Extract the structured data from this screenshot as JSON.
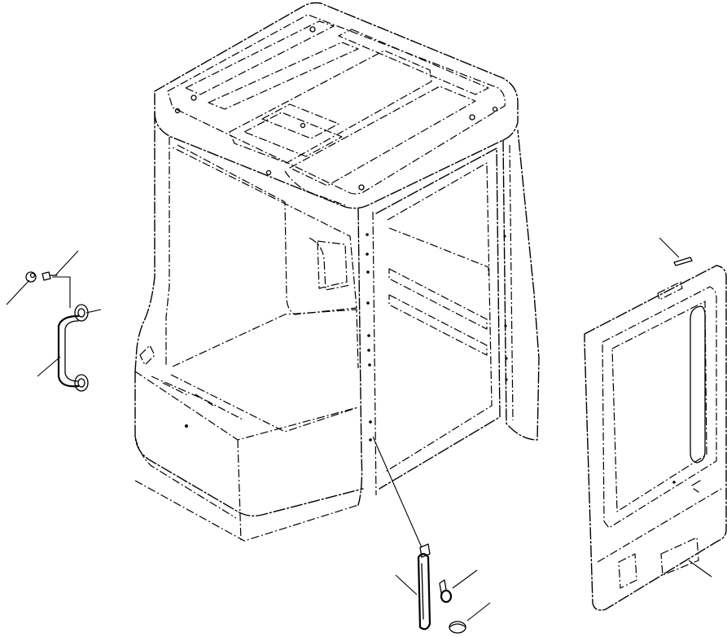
{
  "drawing": {
    "colors": {
      "line": "#000000",
      "background": "#ffffff"
    },
    "parts": [
      {
        "id": "cab-frame",
        "icon": "cab-frame-outline"
      },
      {
        "id": "roof-panel",
        "icon": "roof-panel-outline"
      },
      {
        "id": "door-panel",
        "icon": "door-panel-outline"
      },
      {
        "id": "handrail-left",
        "icon": "handrail-outline"
      },
      {
        "id": "handle-front",
        "icon": "handle-outline"
      },
      {
        "id": "nut",
        "icon": "nut-outline"
      },
      {
        "id": "bolt",
        "icon": "bolt-outline"
      },
      {
        "id": "cap",
        "icon": "cap-outline"
      },
      {
        "id": "door-label-plate",
        "icon": "label-plate-outline"
      },
      {
        "id": "door-top-plate",
        "icon": "small-plate-outline"
      }
    ],
    "leader_count": 8
  }
}
